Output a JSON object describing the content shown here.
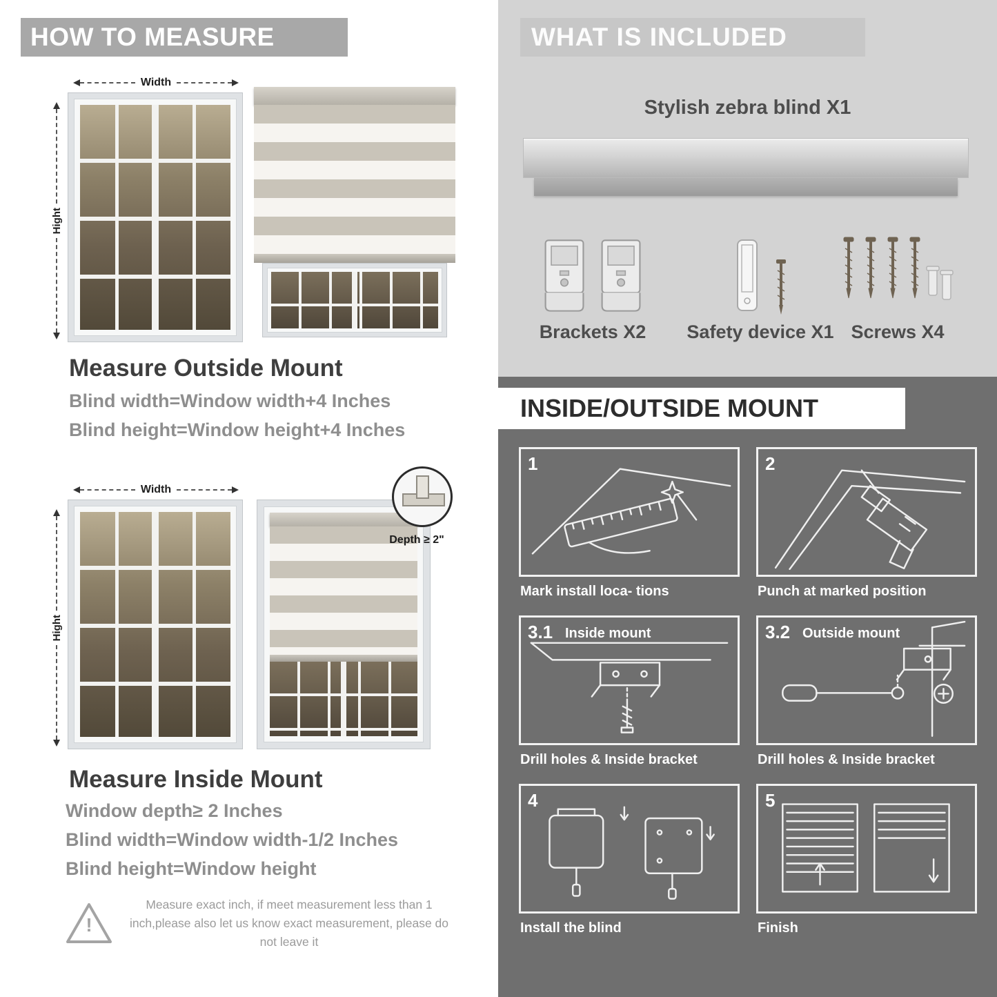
{
  "left": {
    "header": "HOW TO MEASURE",
    "outside": {
      "width_label": "Width",
      "height_label": "Hight",
      "title": "Measure Outside Mount",
      "line1": "Blind width=Window width+4 Inches",
      "line2": "Blind height=Window height+4 Inches"
    },
    "inside": {
      "width_label": "Width",
      "height_label": "Hight",
      "depth_label": "Depth ≥ 2\"",
      "title": "Measure Inside Mount",
      "line1": "Window depth≥ 2 Inches",
      "line2": "Blind width=Window width-1/2 Inches",
      "line3": "Blind height=Window height"
    },
    "warning_icon": "!",
    "warning_text": "Measure exact inch, if meet measurement less than 1 inch,please also let us know exact measurement, please do not leave it"
  },
  "included": {
    "header": "WHAT IS INCLUDED",
    "blind_label": "Stylish zebra blind X1",
    "item1_label": "Brackets X2",
    "item2_label": "Safety device X1",
    "item3_label": "Screws X4"
  },
  "mount": {
    "header": "INSIDE/OUTSIDE MOUNT",
    "steps": [
      {
        "num": "1",
        "label": "",
        "caption": "Mark install loca- tions"
      },
      {
        "num": "2",
        "label": "",
        "caption": "Punch at  marked position"
      },
      {
        "num": "3.1",
        "label": "Inside mount",
        "caption": "Drill holes &  Inside bracket"
      },
      {
        "num": "3.2",
        "label": "Outside mount",
        "caption": "Drill holes &  Inside bracket"
      },
      {
        "num": "4",
        "label": "",
        "caption": "Install the blind"
      },
      {
        "num": "5",
        "label": "",
        "caption": "Finish"
      }
    ]
  },
  "colors": {
    "left_banner": "#a8a8a8",
    "included_bg": "#d3d3d3",
    "mount_bg": "#6f6f6f",
    "stripe_tan": "#c9c4b9",
    "stripe_light": "#f6f4f0"
  }
}
